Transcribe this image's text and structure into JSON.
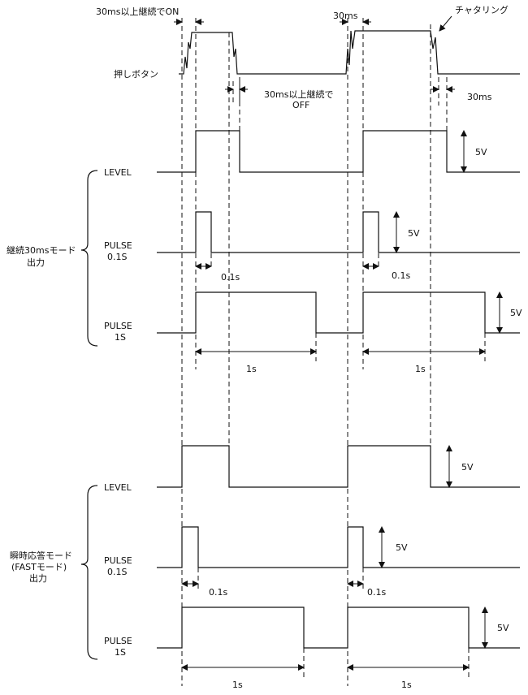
{
  "labels": {
    "on_note": "30ms以上継続でON",
    "top_30ms": "30ms",
    "chattering": "チャタリング",
    "button": "押しボタン",
    "off_note_line1": "30ms以上継続で",
    "off_note_line2": "OFF",
    "right_30ms": "30ms",
    "group1_line1": "継続30msモード",
    "group1_line2": "出力",
    "group2_line1": "瞬時応答モード",
    "group2_line2": "(FASTモード)",
    "group2_line3": "出力",
    "level": "LEVEL",
    "pulse": "PULSE",
    "pulse_01s": "0.1S",
    "pulse_1s": "1S",
    "v5": "5V",
    "t01": "0.1s",
    "t1": "1s"
  },
  "colors": {
    "line": "#111111",
    "background": "#ffffff"
  }
}
